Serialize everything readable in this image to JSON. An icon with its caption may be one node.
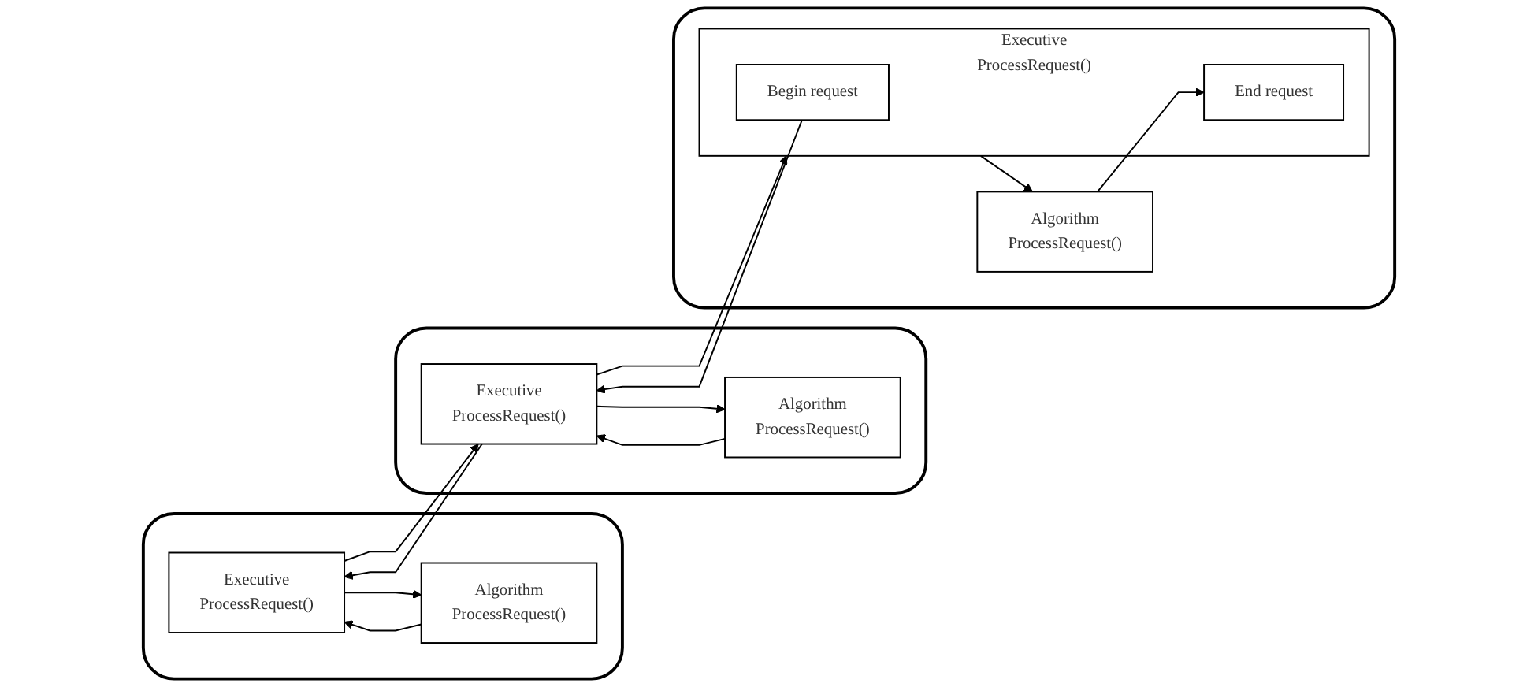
{
  "diagram": {
    "nodes": [
      {
        "text": [],
        "shape": "box"
      },
      {
        "text": [
          "Executive",
          "ProcessRequest()"
        ],
        "in": 0
      },
      {
        "text": [
          "Algorithm",
          "ProcessRequest()"
        ],
        "in": 0
      },
      {
        "text": [],
        "shape": "box"
      },
      {
        "text": [
          "Executive",
          "ProcessRequest()"
        ],
        "in": 3
      },
      {
        "text": [
          "Algorithm",
          "ProcessRequest()"
        ],
        "in": 3
      },
      {
        "text": [],
        "shape": "box"
      },
      {
        "text": [
          "Executive",
          "ProcessRequest()"
        ],
        "in": 6
      },
      {
        "text": [
          "Begin request"
        ],
        "in": 7
      },
      {
        "text": [
          "End request"
        ],
        "in": 7
      },
      {
        "text": [
          "Algorithm",
          "ProcessRequest()"
        ],
        "in": 6
      }
    ],
    "edges": [
      {
        "from": 8,
        "to": 4,
        "arrow": "to"
      },
      {
        "from": 4,
        "to": 1,
        "arrow": "to"
      },
      {
        "from": 1,
        "to": 2,
        "arrow": "to"
      },
      {
        "from": 2,
        "to": 1,
        "arrow": "to"
      },
      {
        "from": 1,
        "to": 4,
        "arrow": "to"
      },
      {
        "from": 4,
        "to": 5,
        "arrow": "to"
      },
      {
        "from": 5,
        "to": 4,
        "arrow": "to"
      },
      {
        "from": 4,
        "to": 7,
        "arrow": "to"
      },
      {
        "from": 7,
        "to": 10,
        "arrow": "to"
      },
      {
        "from": 10,
        "to": 9,
        "arrow": "to"
      }
    ]
  }
}
